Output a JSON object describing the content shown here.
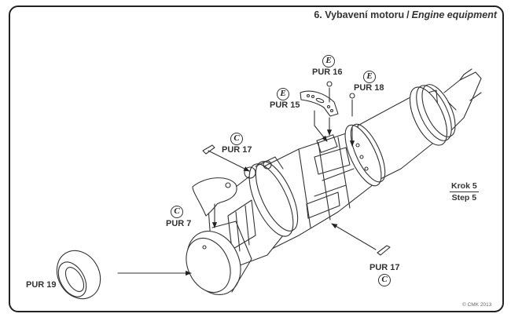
{
  "header": {
    "title_cz": "6. Vybavení motoru",
    "separator": "/",
    "title_en": "Engine equipment"
  },
  "parts": [
    {
      "id": "pur16",
      "label": "PUR 16",
      "badge": "E"
    },
    {
      "id": "pur18",
      "label": "PUR 18",
      "badge": "E"
    },
    {
      "id": "pur15",
      "label": "PUR 15",
      "badge": "E"
    },
    {
      "id": "pur17a",
      "label": "PUR 17",
      "badge": "C"
    },
    {
      "id": "pur7",
      "label": "PUR 7",
      "badge": "C"
    },
    {
      "id": "pur17b",
      "label": "PUR 17",
      "badge": "C"
    },
    {
      "id": "pur19",
      "label": "PUR 19",
      "badge": ""
    }
  ],
  "step": {
    "cz": "Krok 5",
    "en": "Step 5"
  },
  "copyright": "© CMK 2013",
  "colors": {
    "line": "#333333",
    "background": "#ffffff"
  }
}
